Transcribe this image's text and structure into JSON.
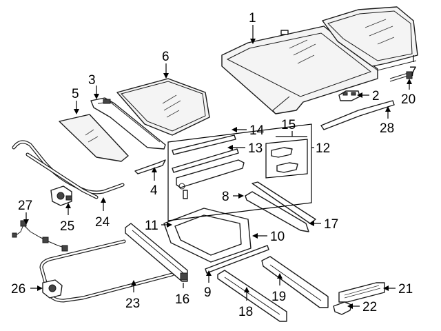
{
  "callouts": [
    {
      "id": "c1",
      "text": "1"
    },
    {
      "id": "c2",
      "text": "2"
    },
    {
      "id": "c3",
      "text": "3"
    },
    {
      "id": "c4",
      "text": "4"
    },
    {
      "id": "c5",
      "text": "5"
    },
    {
      "id": "c6",
      "text": "6"
    },
    {
      "id": "c7",
      "text": "7"
    },
    {
      "id": "c8",
      "text": "8"
    },
    {
      "id": "c9",
      "text": "9"
    },
    {
      "id": "c10",
      "text": "10"
    },
    {
      "id": "c11",
      "text": "11"
    },
    {
      "id": "c12",
      "text": "12"
    },
    {
      "id": "c13",
      "text": "13"
    },
    {
      "id": "c14",
      "text": "14"
    },
    {
      "id": "c15",
      "text": "15"
    },
    {
      "id": "c16",
      "text": "16"
    },
    {
      "id": "c17",
      "text": "17"
    },
    {
      "id": "c18",
      "text": "18"
    },
    {
      "id": "c19",
      "text": "19"
    },
    {
      "id": "c20",
      "text": "20"
    },
    {
      "id": "c21",
      "text": "21"
    },
    {
      "id": "c22",
      "text": "22"
    },
    {
      "id": "c23",
      "text": "23"
    },
    {
      "id": "c24",
      "text": "24"
    },
    {
      "id": "c25",
      "text": "25"
    },
    {
      "id": "c26",
      "text": "26"
    },
    {
      "id": "c27",
      "text": "27"
    },
    {
      "id": "c28",
      "text": "28"
    }
  ],
  "colors": {
    "line": "#1a1a1a",
    "background": "#ffffff"
  }
}
